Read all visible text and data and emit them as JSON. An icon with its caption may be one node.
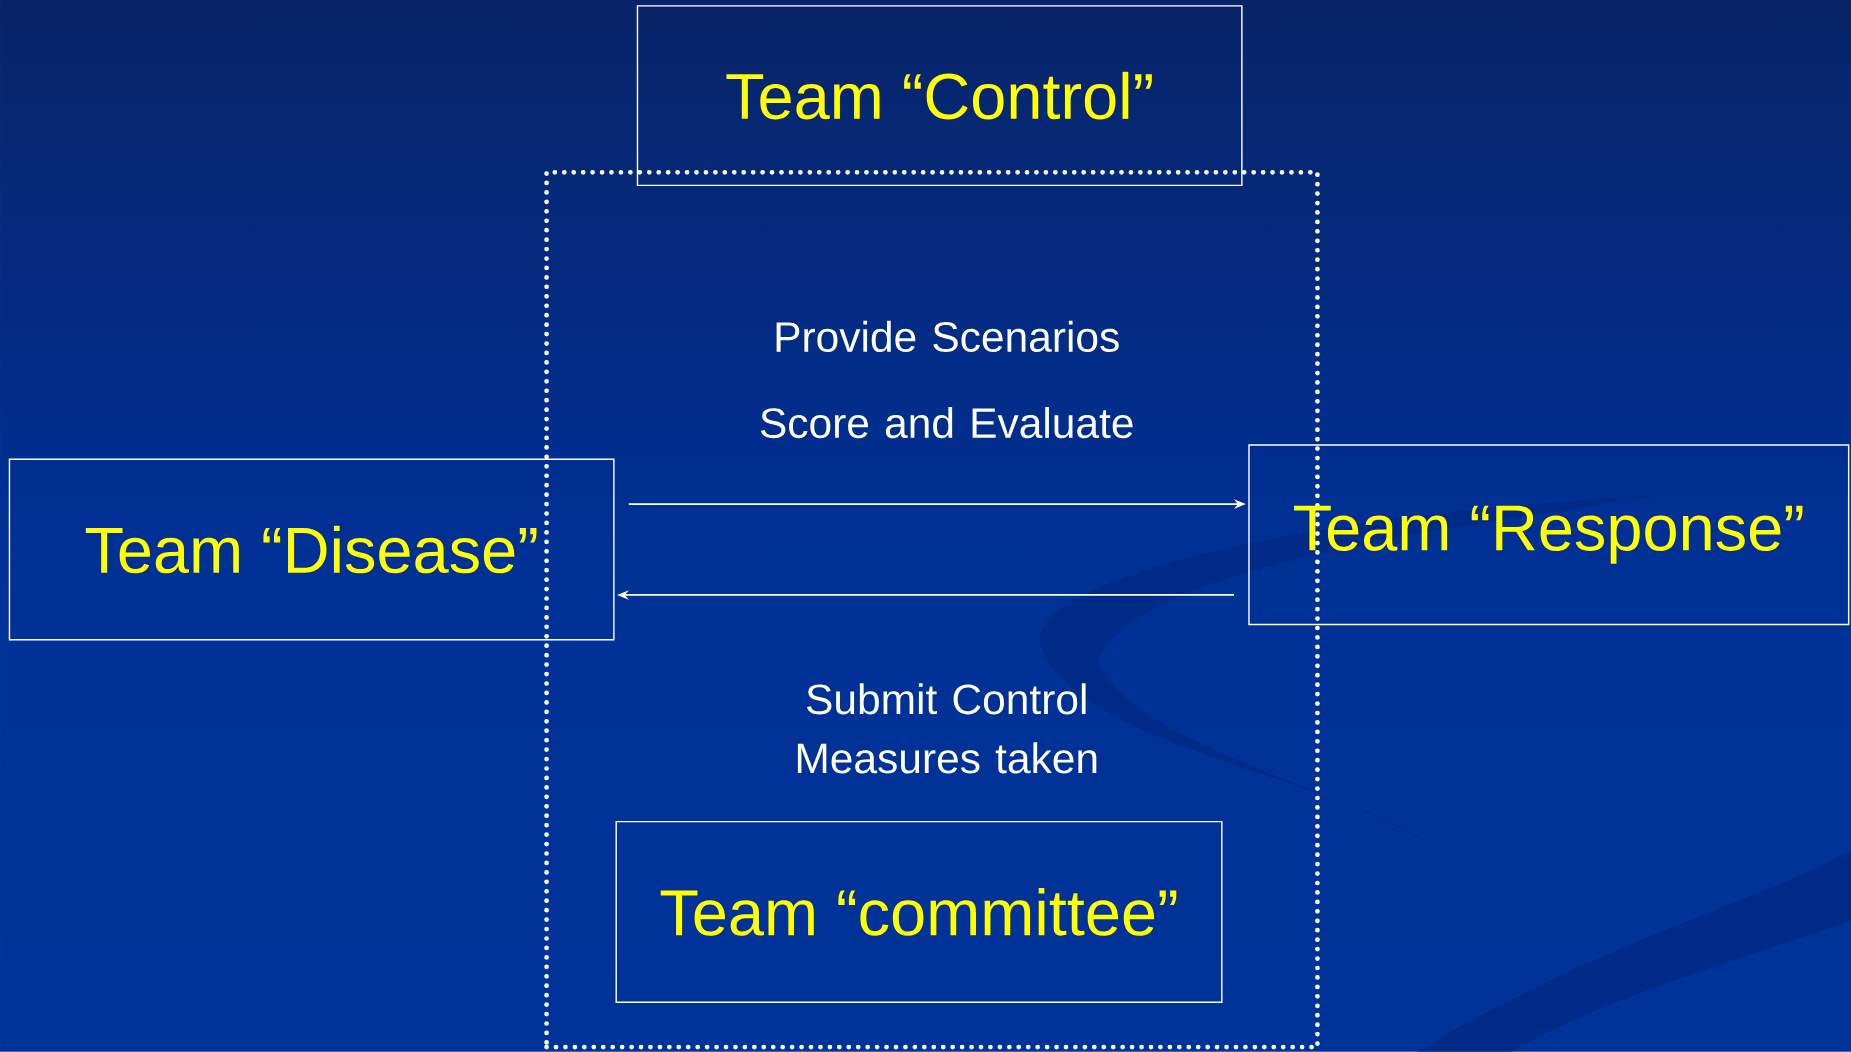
{
  "diagram": {
    "nodes": [
      {
        "text": [
          "Team “Control”"
        ]
      },
      {
        "text": [],
        "shape": "box"
      },
      {
        "text": [
          "Team “Disease”"
        ]
      },
      {
        "text": [
          "Team “Response”"
        ]
      },
      {
        "text": [
          "Team “committee”"
        ],
        "in": 1
      }
    ],
    "edges": [
      {
        "from": 2,
        "to": 3,
        "arrow": "to"
      },
      {
        "from": 3,
        "to": 2,
        "arrow": "to"
      }
    ],
    "labels": [
      "Provide Scenarios",
      "Score and Evaluate",
      "Submit Control Measures taken"
    ]
  }
}
